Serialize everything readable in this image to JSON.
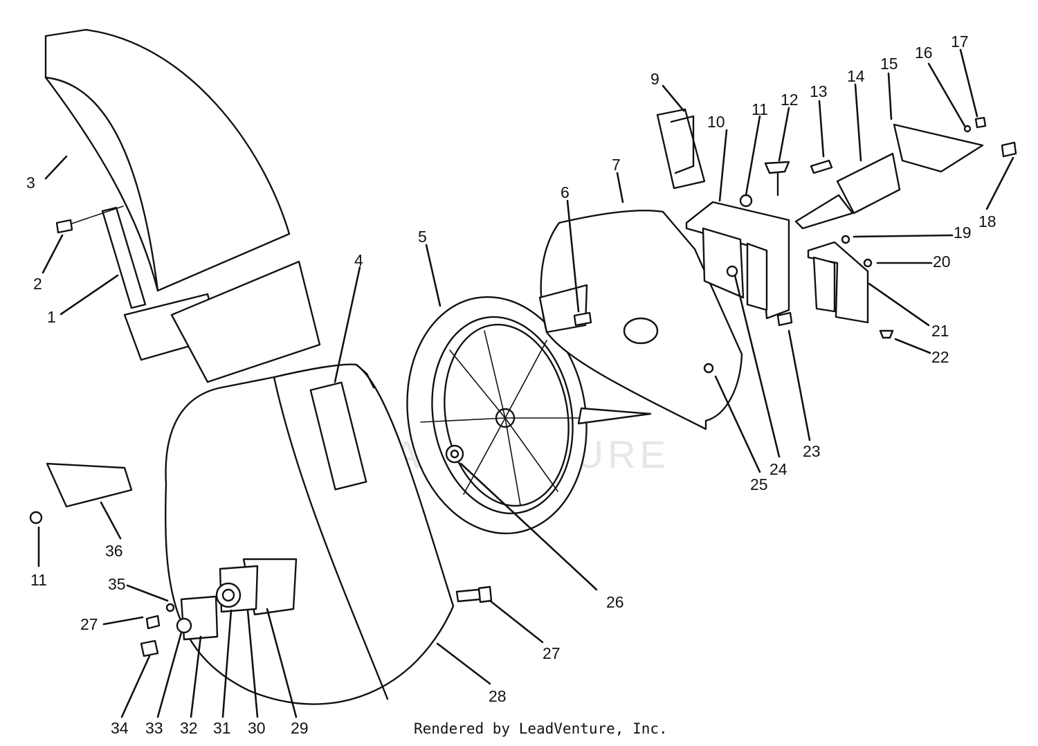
{
  "watermark": "LEADVENTURE",
  "credit": "Rendered by LeadVenture, Inc.",
  "callouts": [
    {
      "id": "c1",
      "label": "1"
    },
    {
      "id": "c2",
      "label": "2"
    },
    {
      "id": "c3",
      "label": "3"
    },
    {
      "id": "c4",
      "label": "4"
    },
    {
      "id": "c5",
      "label": "5"
    },
    {
      "id": "c6",
      "label": "6"
    },
    {
      "id": "c7",
      "label": "7"
    },
    {
      "id": "c9",
      "label": "9"
    },
    {
      "id": "c10",
      "label": "10"
    },
    {
      "id": "c11a",
      "label": "11"
    },
    {
      "id": "c11b",
      "label": "11"
    },
    {
      "id": "c12",
      "label": "12"
    },
    {
      "id": "c13",
      "label": "13"
    },
    {
      "id": "c14",
      "label": "14"
    },
    {
      "id": "c15",
      "label": "15"
    },
    {
      "id": "c16",
      "label": "16"
    },
    {
      "id": "c17",
      "label": "17"
    },
    {
      "id": "c18",
      "label": "18"
    },
    {
      "id": "c19",
      "label": "19"
    },
    {
      "id": "c20",
      "label": "20"
    },
    {
      "id": "c21",
      "label": "21"
    },
    {
      "id": "c22",
      "label": "22"
    },
    {
      "id": "c23",
      "label": "23"
    },
    {
      "id": "c24",
      "label": "24"
    },
    {
      "id": "c25",
      "label": "25"
    },
    {
      "id": "c26",
      "label": "26"
    },
    {
      "id": "c27a",
      "label": "27"
    },
    {
      "id": "c27b",
      "label": "27"
    },
    {
      "id": "c28",
      "label": "28"
    },
    {
      "id": "c29",
      "label": "29"
    },
    {
      "id": "c30",
      "label": "30"
    },
    {
      "id": "c31",
      "label": "31"
    },
    {
      "id": "c32",
      "label": "32"
    },
    {
      "id": "c33",
      "label": "33"
    },
    {
      "id": "c34",
      "label": "34"
    },
    {
      "id": "c35",
      "label": "35"
    },
    {
      "id": "c36",
      "label": "36"
    }
  ]
}
